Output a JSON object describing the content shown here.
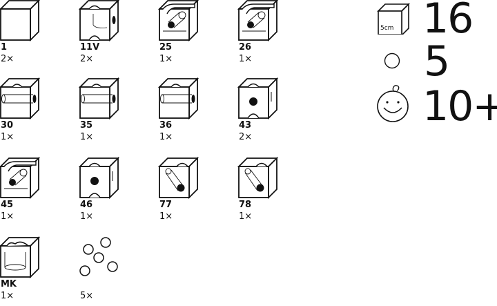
{
  "pieces": [
    {
      "id": "1",
      "count": "2×",
      "icon": "plain-cube-icon"
    },
    {
      "id": "11V",
      "count": "2×",
      "icon": "vertical-channel-cube-icon"
    },
    {
      "id": "25",
      "count": "1×",
      "icon": "curve-tunnel-cube-icon"
    },
    {
      "id": "26",
      "count": "1×",
      "icon": "curve-tunnel-cube-icon"
    },
    {
      "id": "30",
      "count": "1×",
      "icon": "straight-tunnel-cube-icon"
    },
    {
      "id": "35",
      "count": "1×",
      "icon": "straight-tunnel-cube-icon"
    },
    {
      "id": "36",
      "count": "1×",
      "icon": "straight-tunnel-cube-icon"
    },
    {
      "id": "43",
      "count": "2×",
      "icon": "cross-channel-cube-icon"
    },
    {
      "id": "45",
      "count": "1×",
      "icon": "curve-tunnel-cube-icon"
    },
    {
      "id": "46",
      "count": "1×",
      "icon": "cross-channel-cube-icon"
    },
    {
      "id": "77",
      "count": "1×",
      "icon": "diagonal-tunnel-cube-icon"
    },
    {
      "id": "78",
      "count": "1×",
      "icon": "diagonal-tunnel-cube-icon"
    },
    {
      "id": "MK",
      "count": "1×",
      "icon": "marble-cup-cube-icon"
    },
    {
      "id": "",
      "count": "5×",
      "icon": "marbles-icon"
    }
  ],
  "summary": {
    "cube_label": "5cm",
    "cube_count": "16",
    "marble_count": "5",
    "age": "10+"
  }
}
